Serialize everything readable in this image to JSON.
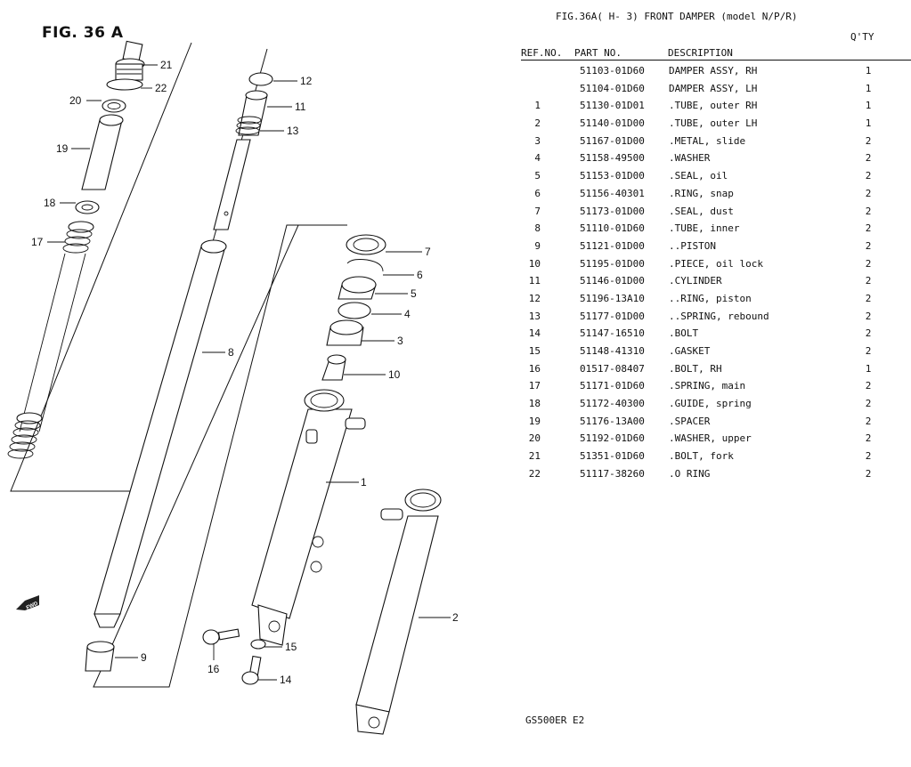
{
  "diagram": {
    "figure_label": "FIG. 36 A",
    "fwd_label": "FWD",
    "callouts": [
      "1",
      "2",
      "3",
      "4",
      "5",
      "6",
      "7",
      "8",
      "9",
      "10",
      "11",
      "12",
      "13",
      "14",
      "15",
      "16",
      "17",
      "18",
      "19",
      "20",
      "21",
      "22"
    ]
  },
  "parts_list": {
    "title": "FIG.36A(  H- 3) FRONT DAMPER (model N/P/R)",
    "qty_header": "Q'TY",
    "columns": {
      "ref": "REF.NO.",
      "part": "PART NO.",
      "desc": "DESCRIPTION"
    },
    "rows": [
      {
        "ref": "",
        "part": "51103-01D60",
        "desc": "DAMPER ASSY, RH",
        "qty": "1"
      },
      {
        "ref": "",
        "part": "51104-01D60",
        "desc": "DAMPER ASSY, LH",
        "qty": "1"
      },
      {
        "ref": "1",
        "part": "51130-01D01",
        "desc": ".TUBE, outer RH",
        "qty": "1"
      },
      {
        "ref": "2",
        "part": "51140-01D00",
        "desc": ".TUBE, outer LH",
        "qty": "1"
      },
      {
        "ref": "3",
        "part": "51167-01D00",
        "desc": ".METAL, slide",
        "qty": "2"
      },
      {
        "ref": "4",
        "part": "51158-49500",
        "desc": ".WASHER",
        "qty": "2"
      },
      {
        "ref": "5",
        "part": "51153-01D00",
        "desc": ".SEAL, oil",
        "qty": "2"
      },
      {
        "ref": "6",
        "part": "51156-40301",
        "desc": ".RING, snap",
        "qty": "2"
      },
      {
        "ref": "7",
        "part": "51173-01D00",
        "desc": ".SEAL, dust",
        "qty": "2"
      },
      {
        "ref": "8",
        "part": "51110-01D60",
        "desc": ".TUBE, inner",
        "qty": "2"
      },
      {
        "ref": "9",
        "part": "51121-01D00",
        "desc": "..PISTON",
        "qty": "2"
      },
      {
        "ref": "10",
        "part": "51195-01D00",
        "desc": ".PIECE, oil lock",
        "qty": "2"
      },
      {
        "ref": "11",
        "part": "51146-01D00",
        "desc": ".CYLINDER",
        "qty": "2"
      },
      {
        "ref": "12",
        "part": "51196-13A10",
        "desc": "..RING, piston",
        "qty": "2"
      },
      {
        "ref": "13",
        "part": "51177-01D00",
        "desc": "..SPRING, rebound",
        "qty": "2"
      },
      {
        "ref": "14",
        "part": "51147-16510",
        "desc": ".BOLT",
        "qty": "2"
      },
      {
        "ref": "15",
        "part": "51148-41310",
        "desc": ".GASKET",
        "qty": "2"
      },
      {
        "ref": "16",
        "part": "01517-08407",
        "desc": ".BOLT, RH",
        "qty": "1"
      },
      {
        "ref": "17",
        "part": "51171-01D60",
        "desc": ".SPRING, main",
        "qty": "2"
      },
      {
        "ref": "18",
        "part": "51172-40300",
        "desc": ".GUIDE, spring",
        "qty": "2"
      },
      {
        "ref": "19",
        "part": "51176-13A00",
        "desc": ".SPACER",
        "qty": "2"
      },
      {
        "ref": "20",
        "part": "51192-01D60",
        "desc": ".WASHER, upper",
        "qty": "2"
      },
      {
        "ref": "21",
        "part": "51351-01D60",
        "desc": ".BOLT, fork",
        "qty": "2"
      },
      {
        "ref": "22",
        "part": "51117-38260",
        "desc": ".O RING",
        "qty": "2"
      }
    ],
    "footer_model": "GS500ER E2"
  }
}
